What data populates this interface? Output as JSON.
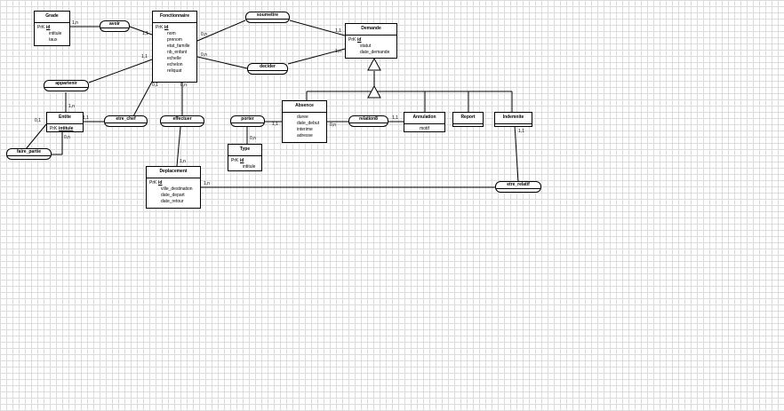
{
  "entities": {
    "grade": {
      "title": "Grade",
      "pk_prefix": "PrK",
      "pk": "id",
      "attrs": [
        "intitule",
        "taux"
      ]
    },
    "fonctionnaire": {
      "title": "Fonctionnaire",
      "pk_prefix": "PrK",
      "pk": "id",
      "attrs": [
        "nom",
        "prenom",
        "etat_famille",
        "nb_enfant",
        "echelle",
        "echelon",
        "reliquat"
      ]
    },
    "demande": {
      "title": "Demande",
      "pk_prefix": "PrK",
      "pk": "id",
      "attrs": [
        "statut",
        "date_demande"
      ]
    },
    "entite": {
      "title": "Entite",
      "pk_prefix": "PrK",
      "pk": "intitule",
      "attrs": []
    },
    "absence": {
      "title": "Absence",
      "attrs": [
        "duree",
        "date_debut",
        "interime",
        "adresse"
      ]
    },
    "annulation": {
      "title": "Annulation",
      "attrs": [
        "motif"
      ]
    },
    "report": {
      "title": "Report",
      "attrs": []
    },
    "indemnite": {
      "title": "Indemnite",
      "attrs": []
    },
    "type": {
      "title": "Type",
      "pk_prefix": "PrK",
      "pk": "id",
      "attrs": [
        "intitule"
      ]
    },
    "deplacement": {
      "title": "Deplacement",
      "pk_prefix": "PrK",
      "pk": "id",
      "attrs": [
        "ville_destination",
        "date_depart",
        "date_retour"
      ]
    }
  },
  "relations": {
    "avoir": "avoir",
    "soumettre": "soumettre",
    "decider": "decider",
    "appartenir": "appartenir",
    "etre_chef": "etre_chef",
    "effectuer": "effectuer",
    "porter": "porter",
    "relation8": "relation8",
    "faire_partie": "faire_partie",
    "etre_relatif": "etre_relatif"
  },
  "cardinalities": {
    "grade_avoir": "1,n",
    "avoir_fonct": "1,1",
    "fonct_soumettre": "0,n",
    "soumettre_demande": "1,1",
    "fonct_decider": "0,n",
    "decider_demande": "1,n",
    "fonct_appartenir": "1,1",
    "appartenir_entite": "1,n",
    "fonct_etre_chef": "0,1",
    "etre_chef_entite": "1,1",
    "fonct_effectuer": "0,n",
    "effectuer_deplacement": "1,n",
    "entite_faire_partie_a": "0,1",
    "entite_faire_partie_b": "0,n",
    "porter_absence": "1,1",
    "porter_type": "0,n",
    "absence_relation8": "0,n",
    "relation8_annulation": "1,1",
    "deplacement_etre_relatif": "1,n",
    "etre_relatif_indemnite": "1,1"
  }
}
